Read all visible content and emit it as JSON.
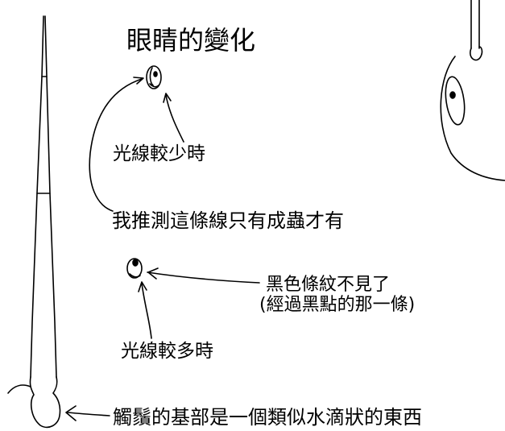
{
  "labels": {
    "title": "眼睛的變化",
    "low_light": "光線較少時",
    "guess": "我推測這條線只有成蟲才有",
    "stripe_gone": "黑色條紋不見了",
    "stripe_note": "(經過黑點的那一條)",
    "high_light": "光線較多時",
    "antenna_base": "觸鬚的基部是一個類似水滴狀的東西"
  },
  "icons": [
    "antenna-drawing",
    "eye-low-light-drawing",
    "eye-high-light-drawing",
    "head-drawing",
    "arrow-icon"
  ]
}
